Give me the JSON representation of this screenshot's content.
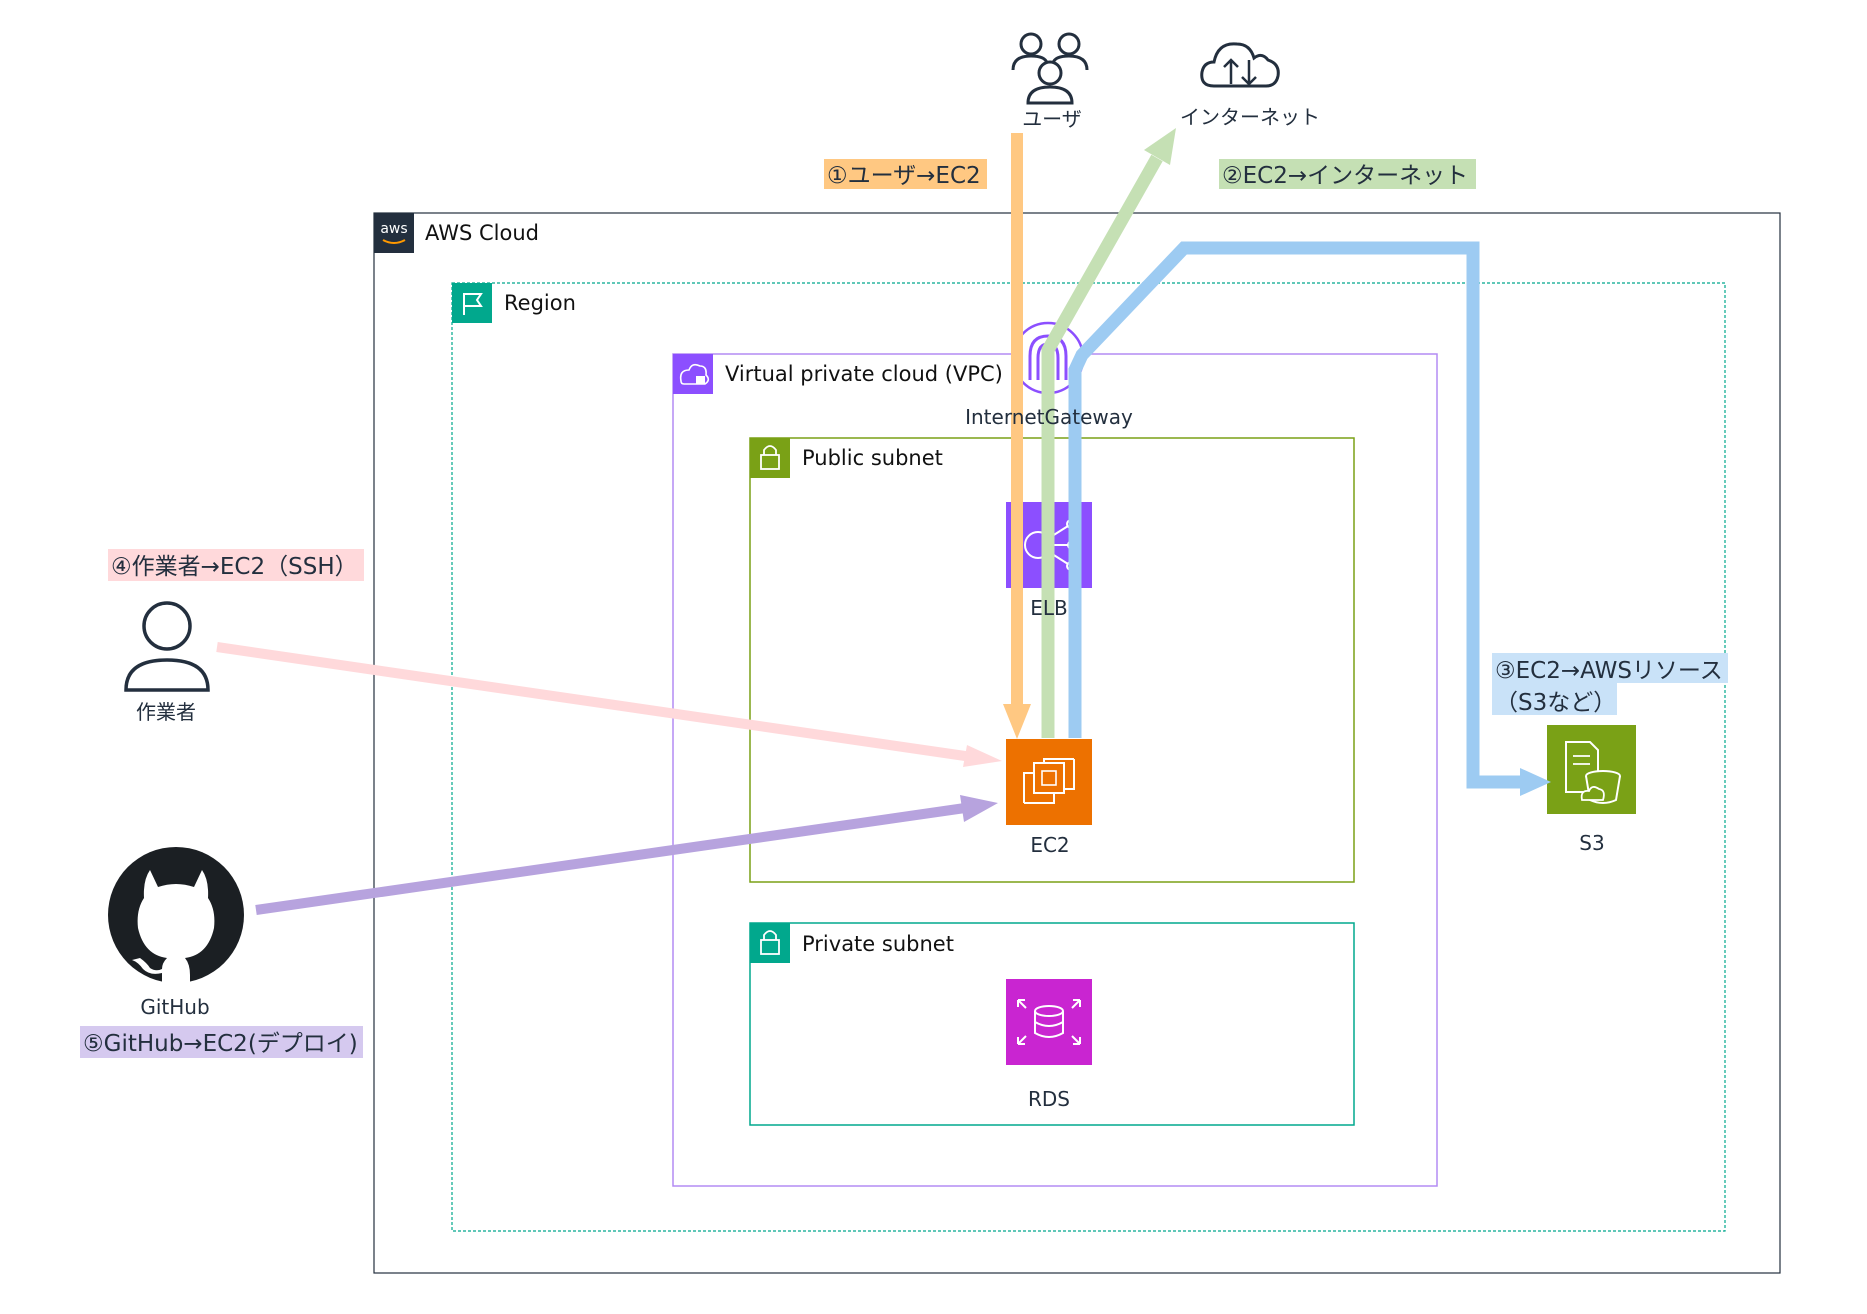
{
  "groups": {
    "aws_cloud": "AWS Cloud",
    "region": "Region",
    "vpc": "Virtual private cloud (VPC)",
    "public_subnet": "Public subnet",
    "private_subnet": "Private subnet"
  },
  "nodes": {
    "users": "ユーザ",
    "internet": "インターネット",
    "internet_gateway": "InternetGateway",
    "elb": "ELB",
    "ec2": "EC2",
    "rds": "RDS",
    "s3": "S3",
    "operator": "作業者",
    "github": "GitHub"
  },
  "flows": {
    "user_to_ec2": "①ユーザ→EC2",
    "ec2_to_internet": "②EC2→インターネット",
    "ec2_to_aws_line1": "③EC2→AWSリソース",
    "ec2_to_aws_line2": "（S3など）",
    "operator_to_ec2": "④作業者→EC2（SSH）",
    "github_to_ec2": "⑤GitHub→EC2(デプロイ)"
  },
  "icons": {
    "aws_logo_text": "aws"
  },
  "colors": {
    "flow_user": "#FFC882",
    "flow_internet": "#C5E0B4",
    "flow_aws": "#9DCBF2",
    "flow_operator": "#FFD9DB",
    "flow_github": "#B7A3DE",
    "elb": "#8C4FFF",
    "ec2": "#ED7100",
    "rds": "#C925D1",
    "s3": "#7AA116",
    "vpc_border": "#B38CF4",
    "public_subnet_border": "#7AA116",
    "private_subnet_border": "#01A88D",
    "region_border": "#01A88D",
    "cloud_border": "#232F3E"
  }
}
